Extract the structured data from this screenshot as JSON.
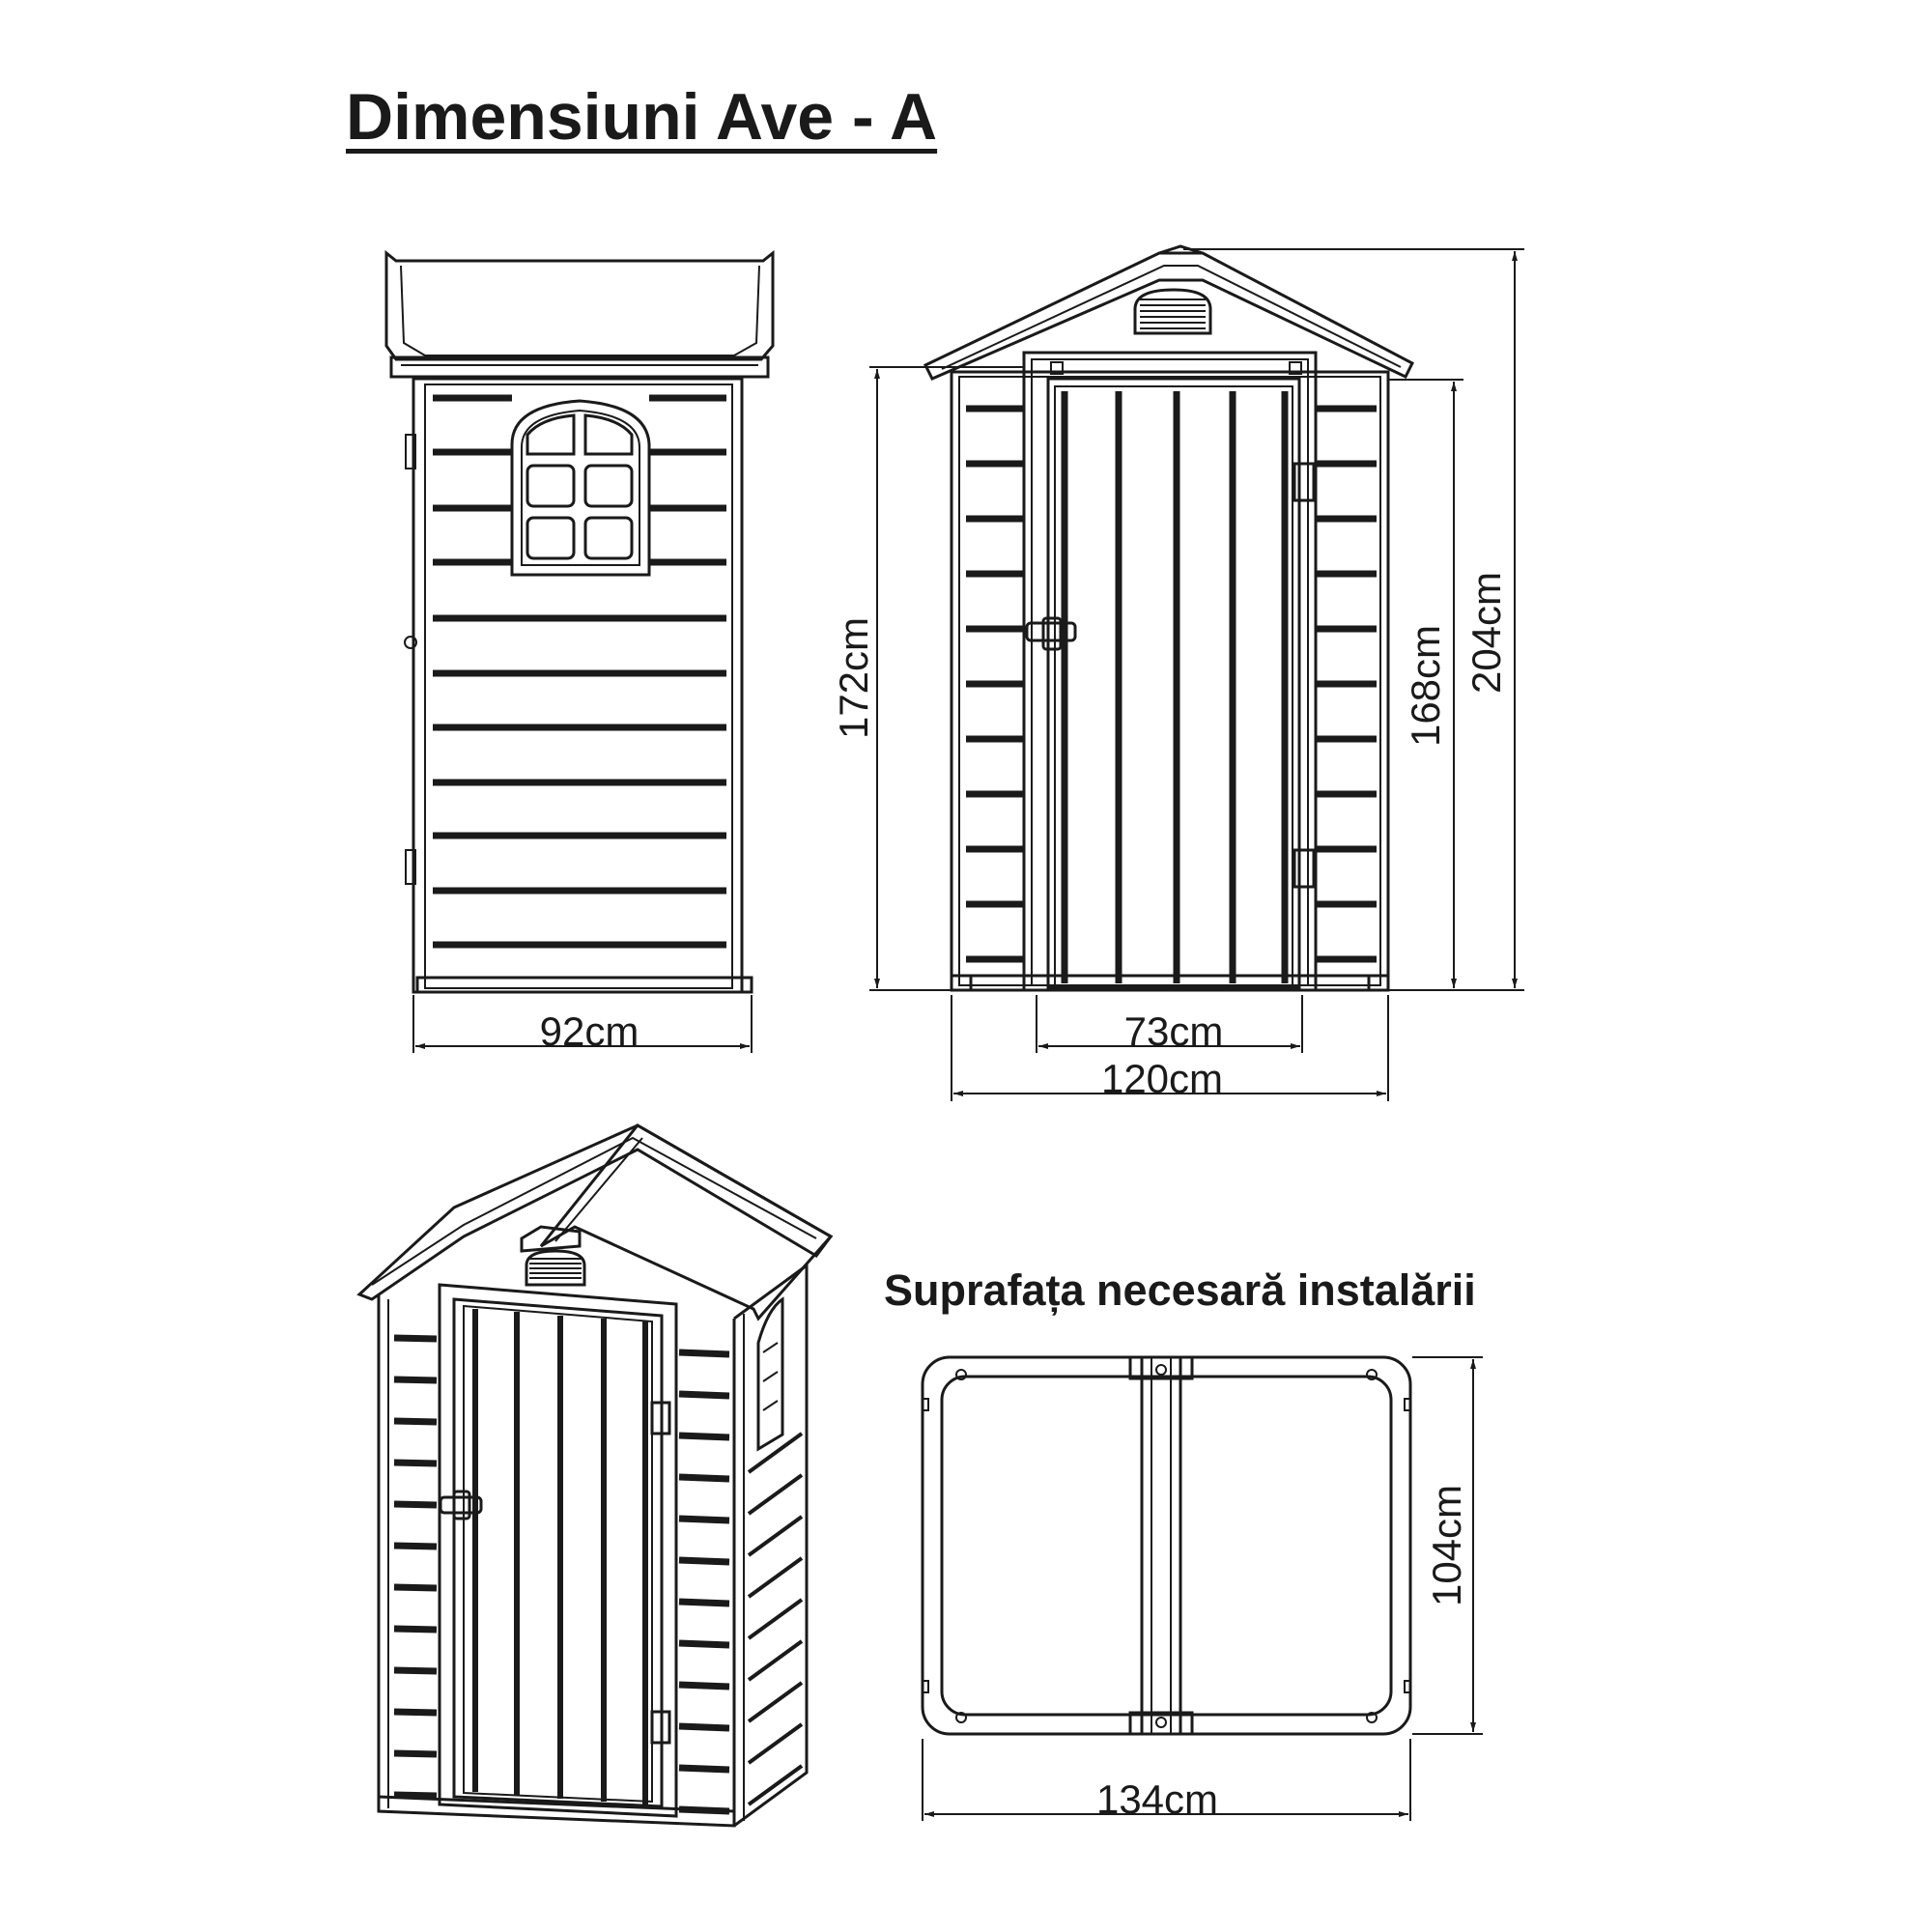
{
  "title": "Dimensiuni Ave - A",
  "install_caption": "Suprafața necesară instalării",
  "dimensions": {
    "side_width": "92cm",
    "door_width": "73cm",
    "front_width": "120cm",
    "door_height": "172cm",
    "wall_height": "168cm",
    "total_height": "204cm",
    "base_width": "134cm",
    "base_depth": "104cm"
  }
}
